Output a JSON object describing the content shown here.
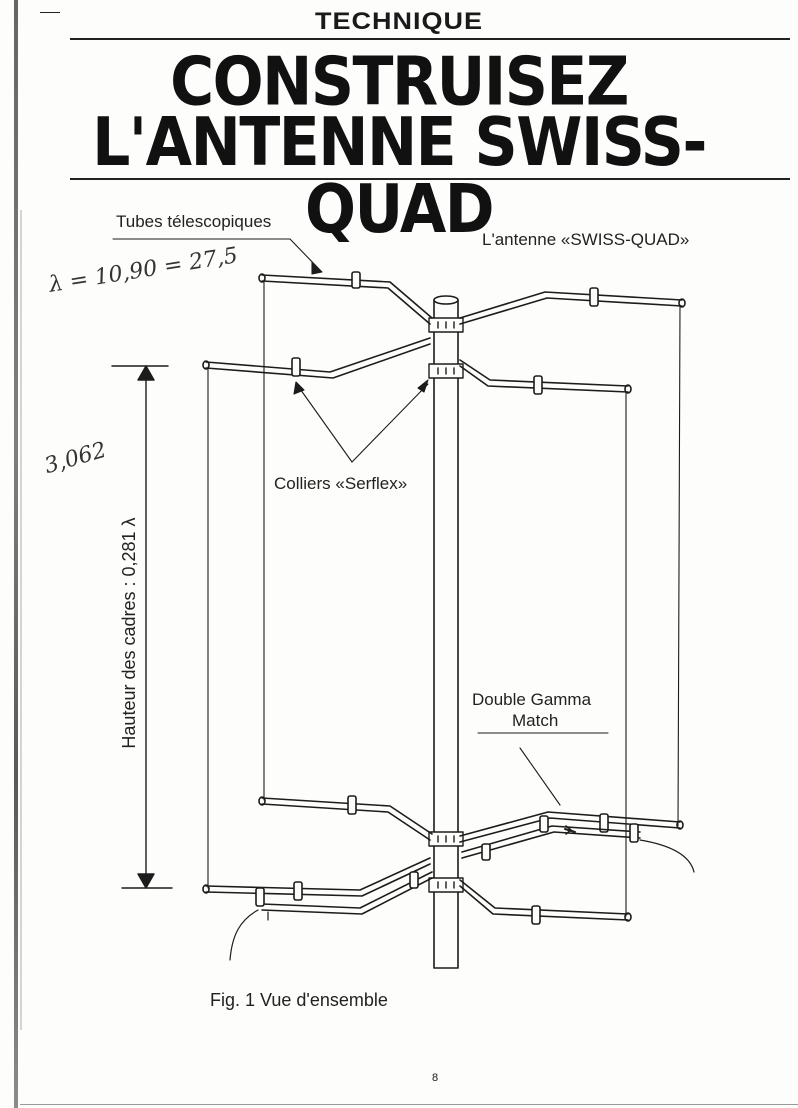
{
  "header": {
    "kicker": "TECHNIQUE",
    "title_line1": "CONSTRUISEZ",
    "title_line2": "L'ANTENNE SWISS-QUAD"
  },
  "handwritten": {
    "wavelength": "λ = 10,90 = 27,5",
    "height_value": "3,062"
  },
  "figure": {
    "label_tubes": "Tubes télescopiques",
    "label_antenna": "L'antenne «SWISS-QUAD»",
    "label_colliers": "Colliers «Serflex»",
    "label_height": "Hauteur des cadres : 0,281 λ",
    "label_gamma_line1": "Double Gamma",
    "label_gamma_line2": "Match",
    "caption": "Fig. 1  Vue d'ensemble"
  },
  "page_number": "8"
}
